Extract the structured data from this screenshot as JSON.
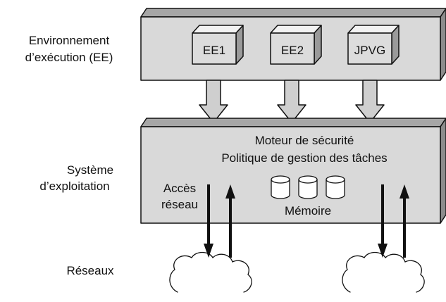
{
  "labels": {
    "ee_line1": "Environnement",
    "ee_line2": "d’exécution (EE)",
    "os_line1": "Système",
    "os_line2": "d’exploitation",
    "net": "Réseaux"
  },
  "ee_modules": [
    "EE1",
    "EE2",
    "JPVG"
  ],
  "os_box": {
    "line1": "Moteur de sécurité",
    "line2": "Politique de gestion des tâches",
    "memory": "Mémoire",
    "network_access_line1": "Accès",
    "network_access_line2": "réseau"
  },
  "colors": {
    "box_fill": "#d9d9d9",
    "box_top": "#a6a6a6",
    "box_side": "#8c8c8c",
    "arrow_fill": "#cfcfcf",
    "stroke": "#111111"
  }
}
